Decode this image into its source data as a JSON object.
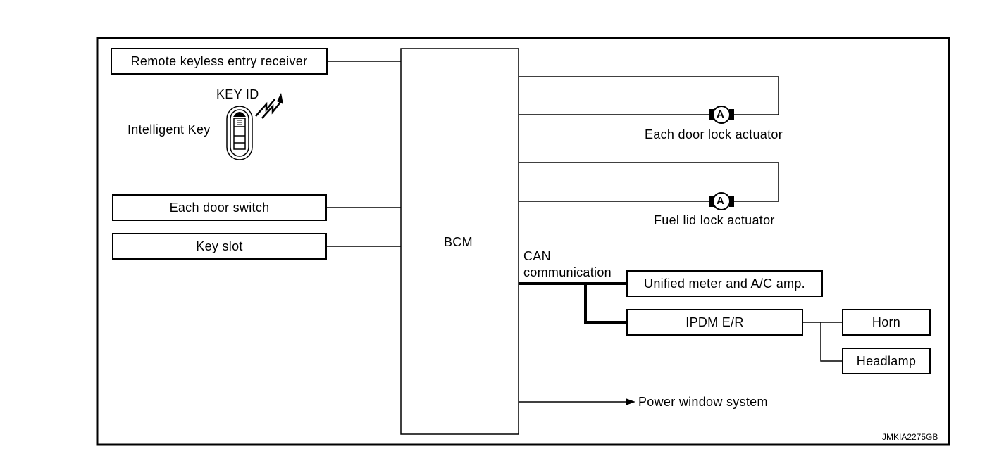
{
  "frame_code": "JMKIA2275GB",
  "bcm": {
    "label": "BCM"
  },
  "inputs": {
    "remote_receiver": "Remote keyless entry receiver",
    "key_id": "KEY ID",
    "intelligent_key": "Intelligent Key",
    "door_switch": "Each door switch",
    "key_slot": "Key slot"
  },
  "actuators": {
    "symbol": "A",
    "door_lock": "Each door lock actuator",
    "fuel_lid": "Fuel lid lock actuator"
  },
  "can": {
    "line1": "CAN",
    "line2": "communication",
    "meter": "Unified meter and A/C amp.",
    "ipdm": "IPDM E/R",
    "horn": "Horn",
    "headlamp": "Headlamp"
  },
  "power_window": "Power window system"
}
